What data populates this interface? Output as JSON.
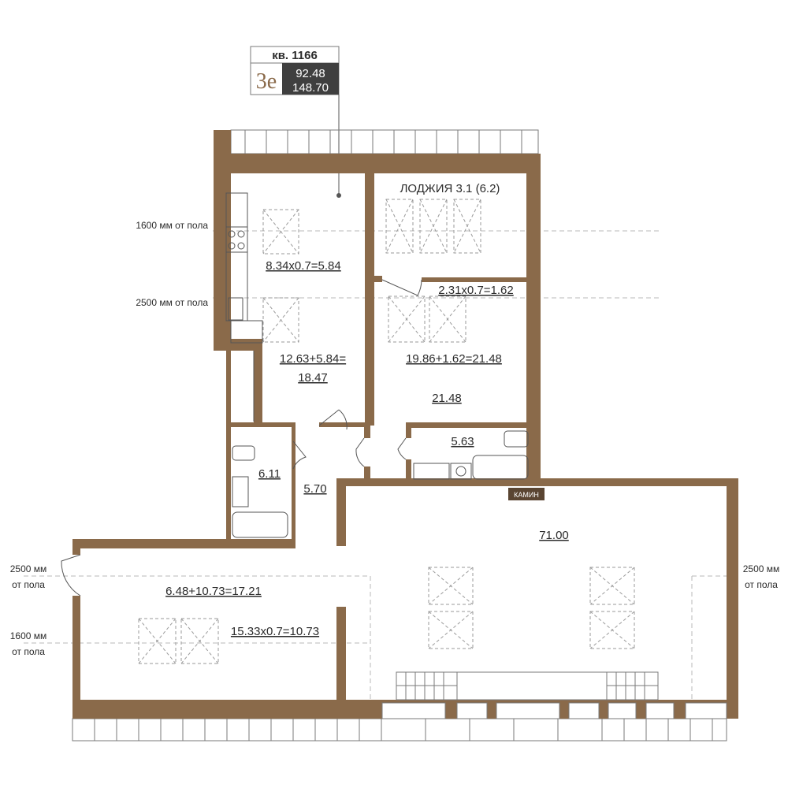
{
  "apartment": {
    "number_label": "кв. 1166",
    "rooms_code": "3е",
    "area_living": "92.48",
    "area_total": "148.70"
  },
  "rooms": {
    "loggia": "ЛОДЖИЯ 3.1 (6.2)",
    "kitchen_calc": "8.34х0.7=5.84",
    "kitchen_sum": "12.63+5.84=",
    "kitchen_total": "18.47",
    "bedroom_extra": "2.31х0.7=1.62",
    "bedroom_sum": "19.86+1.62=21.48",
    "bedroom_total": "21.48",
    "bath1": "5.63",
    "bath2": "6.11",
    "hall": "5.70",
    "living": "71.00",
    "fireplace": "КАМИН",
    "west_sum": "6.48+10.73=17.21",
    "west_calc": "15.33х0.7=10.73"
  },
  "height_marks": {
    "h1600_top": "1600 мм от пола",
    "h2500_top": "2500 мм от пола",
    "h2500_left_1": "2500 мм",
    "h2500_left_2": "от пола",
    "h1600_left_1": "1600 мм",
    "h1600_left_2": "от пола",
    "h2500_right_1": "2500 мм",
    "h2500_right_2": "от пола"
  },
  "colors": {
    "wall": "#8a6a4a",
    "badge_dark": "#3f3f3f",
    "accent_text": "#8a6a4a"
  }
}
